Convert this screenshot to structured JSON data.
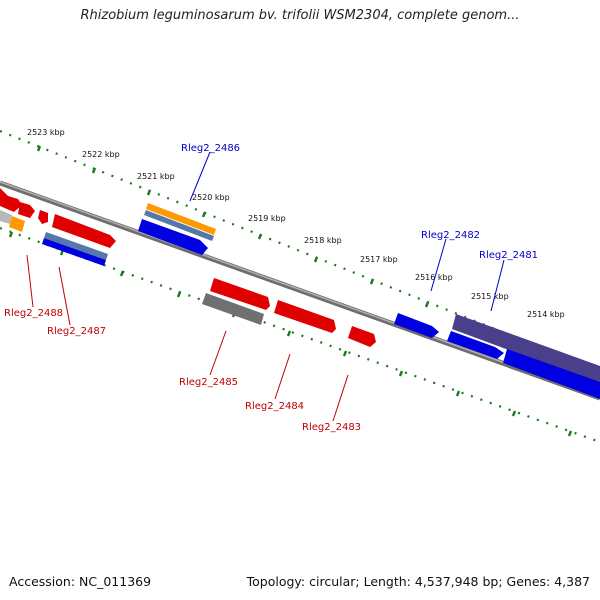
{
  "title": "Rhizobium leguminosarum bv. trifolii WSM2304, complete genom...",
  "footer": {
    "accession": "Accession: NC_011369",
    "topology": "Topology: circular; Length: 4,537,948 bp; Genes: 4,387"
  },
  "colors": {
    "backbone": "#8a8a8a",
    "ruler": "#1a7a1a",
    "gene_red": "#e00000",
    "gene_blue": "#0000e0",
    "gene_orange": "#ff9900",
    "gene_steel": "#5577aa",
    "gene_gray": "#707070",
    "gene_purple": "#4a3f8a",
    "label_red": "#c00000",
    "label_blue": "#0000c8"
  },
  "ruler_ticks": [
    {
      "kbp": 2523,
      "label": "2523 kbp"
    },
    {
      "kbp": 2522,
      "label": "2522 kbp"
    },
    {
      "kbp": 2521,
      "label": "2521 kbp"
    },
    {
      "kbp": 2520,
      "label": "2520 kbp"
    },
    {
      "kbp": 2519,
      "label": "2519 kbp"
    },
    {
      "kbp": 2518,
      "label": "2518 kbp"
    },
    {
      "kbp": 2517,
      "label": "2517 kbp"
    },
    {
      "kbp": 2516,
      "label": "2516 kbp"
    },
    {
      "kbp": 2515,
      "label": "2515 kbp"
    },
    {
      "kbp": 2514,
      "label": "2514 kbp"
    }
  ],
  "gene_labels": [
    {
      "name": "Rleg2_2488",
      "color": "red"
    },
    {
      "name": "Rleg2_2487",
      "color": "red"
    },
    {
      "name": "Rleg2_2486",
      "color": "blue"
    },
    {
      "name": "Rleg2_2485",
      "color": "red"
    },
    {
      "name": "Rleg2_2484",
      "color": "red"
    },
    {
      "name": "Rleg2_2483",
      "color": "red"
    },
    {
      "name": "Rleg2_2482",
      "color": "blue"
    },
    {
      "name": "Rleg2_2481",
      "color": "blue"
    }
  ]
}
